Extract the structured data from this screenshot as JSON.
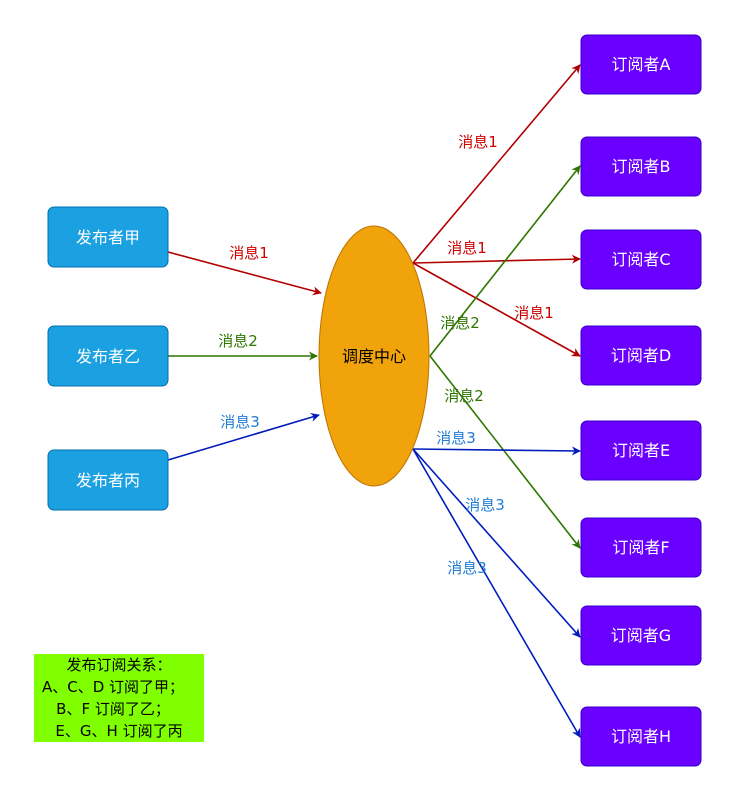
{
  "colors": {
    "publisher_fill": "#1BA1E2",
    "publisher_stroke": "#006EAF",
    "hub_fill": "#F0A30A",
    "hub_stroke": "#BD7000",
    "subscriber_fill": "#6A00FF",
    "subscriber_stroke": "#3700CC",
    "legend_fill": "#80FF00",
    "msg1": "#B20000",
    "msg2": "#2D7600",
    "msg3": "#001DBC",
    "msg1_label": "#CC0000",
    "msg2_label": "#2D7600",
    "msg3_label": "#1F7DD6"
  },
  "publishers": [
    {
      "label": "发布者甲"
    },
    {
      "label": "发布者乙"
    },
    {
      "label": "发布者丙"
    }
  ],
  "hub": {
    "label": "调度中心"
  },
  "subscribers": [
    {
      "label": "订阅者A"
    },
    {
      "label": "订阅者B"
    },
    {
      "label": "订阅者C"
    },
    {
      "label": "订阅者D"
    },
    {
      "label": "订阅者E"
    },
    {
      "label": "订阅者F"
    },
    {
      "label": "订阅者G"
    },
    {
      "label": "订阅者H"
    }
  ],
  "edge_labels": {
    "pub_jia": "消息1",
    "pub_yi": "消息2",
    "pub_bing": "消息3",
    "to_a": "消息1",
    "to_c": "消息1",
    "to_d": "消息1",
    "to_b": "消息2",
    "to_f": "消息2",
    "to_e": "消息3",
    "to_g": "消息3",
    "to_h": "消息3"
  },
  "legend": {
    "title": "发布订阅关系：",
    "lines": [
      "A、C、D 订阅了甲；",
      "B、F 订阅了乙；",
      "E、G、H 订阅了丙"
    ]
  }
}
